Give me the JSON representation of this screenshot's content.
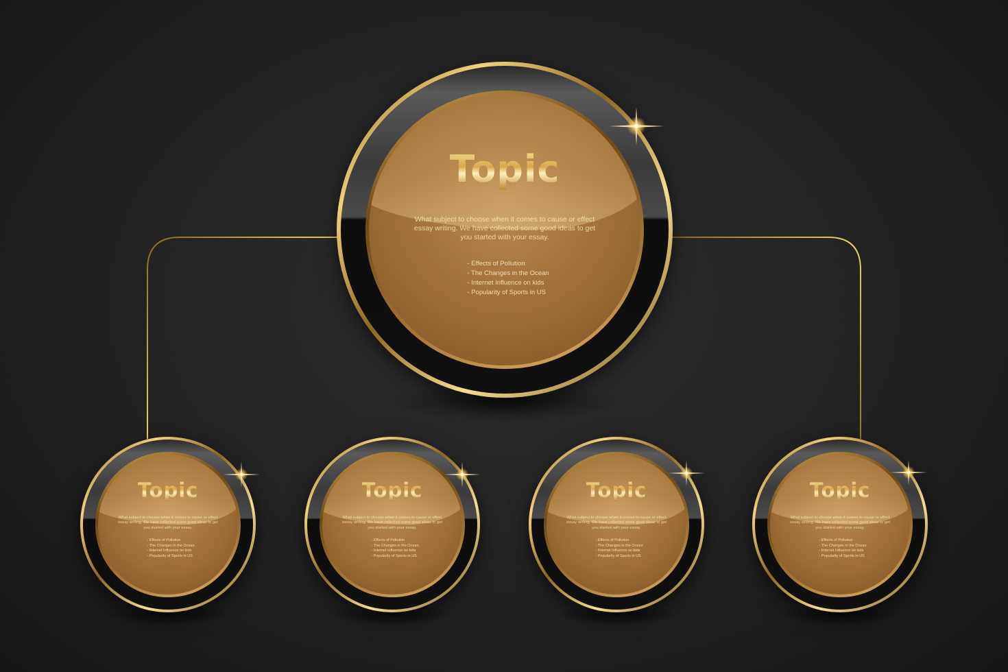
{
  "nodes": [
    {
      "title": "Topic",
      "description": "What subject to choose when it comes to cause or effect essay writing. We have collected some good ideas to get you started with your essay.",
      "items": [
        "- Effects of Pollution",
        "- The Changes in the Ocean",
        "- Internet Influence on kids",
        "- Popularity of Sports in US"
      ]
    },
    {
      "title": "Topic",
      "description": "What subject to choose when it comes to cause or effect essay writing. We have collected some good ideas to get you started with your essay.",
      "items": [
        "- Effects of Pollution",
        "- The Changes in the Ocean",
        "- Internet Influence on kids",
        "- Popularity of Sports in US"
      ]
    },
    {
      "title": "Topic",
      "description": "What subject to choose when it comes to cause or effect essay writing. We have collected some good ideas to get you started with your essay.",
      "items": [
        "- Effects of Pollution",
        "- The Changes in the Ocean",
        "- Internet Influence on kids",
        "- Popularity of Sports in US"
      ]
    },
    {
      "title": "Topic",
      "description": "What subject to choose when it comes to cause or effect essay writing. We have collected some good ideas to get you started with your essay.",
      "items": [
        "- Effects of Pollution",
        "- The Changes in the Ocean",
        "- Internet Influence on kids",
        "- Popularity of Sports in US"
      ]
    },
    {
      "title": "Topic",
      "description": "What subject to choose when it comes to cause or effect essay writing. We have collected some good ideas to get you started with your essay.",
      "items": [
        "- Effects of Pollution",
        "- The Changes in the Ocean",
        "- Internet Influence on kids",
        "- Popularity of Sports in US"
      ]
    }
  ],
  "colors": {
    "background": "#222222",
    "gold": "#d6a94f",
    "connector": "#d4a443"
  },
  "icons": [
    "sparkle-icon"
  ]
}
